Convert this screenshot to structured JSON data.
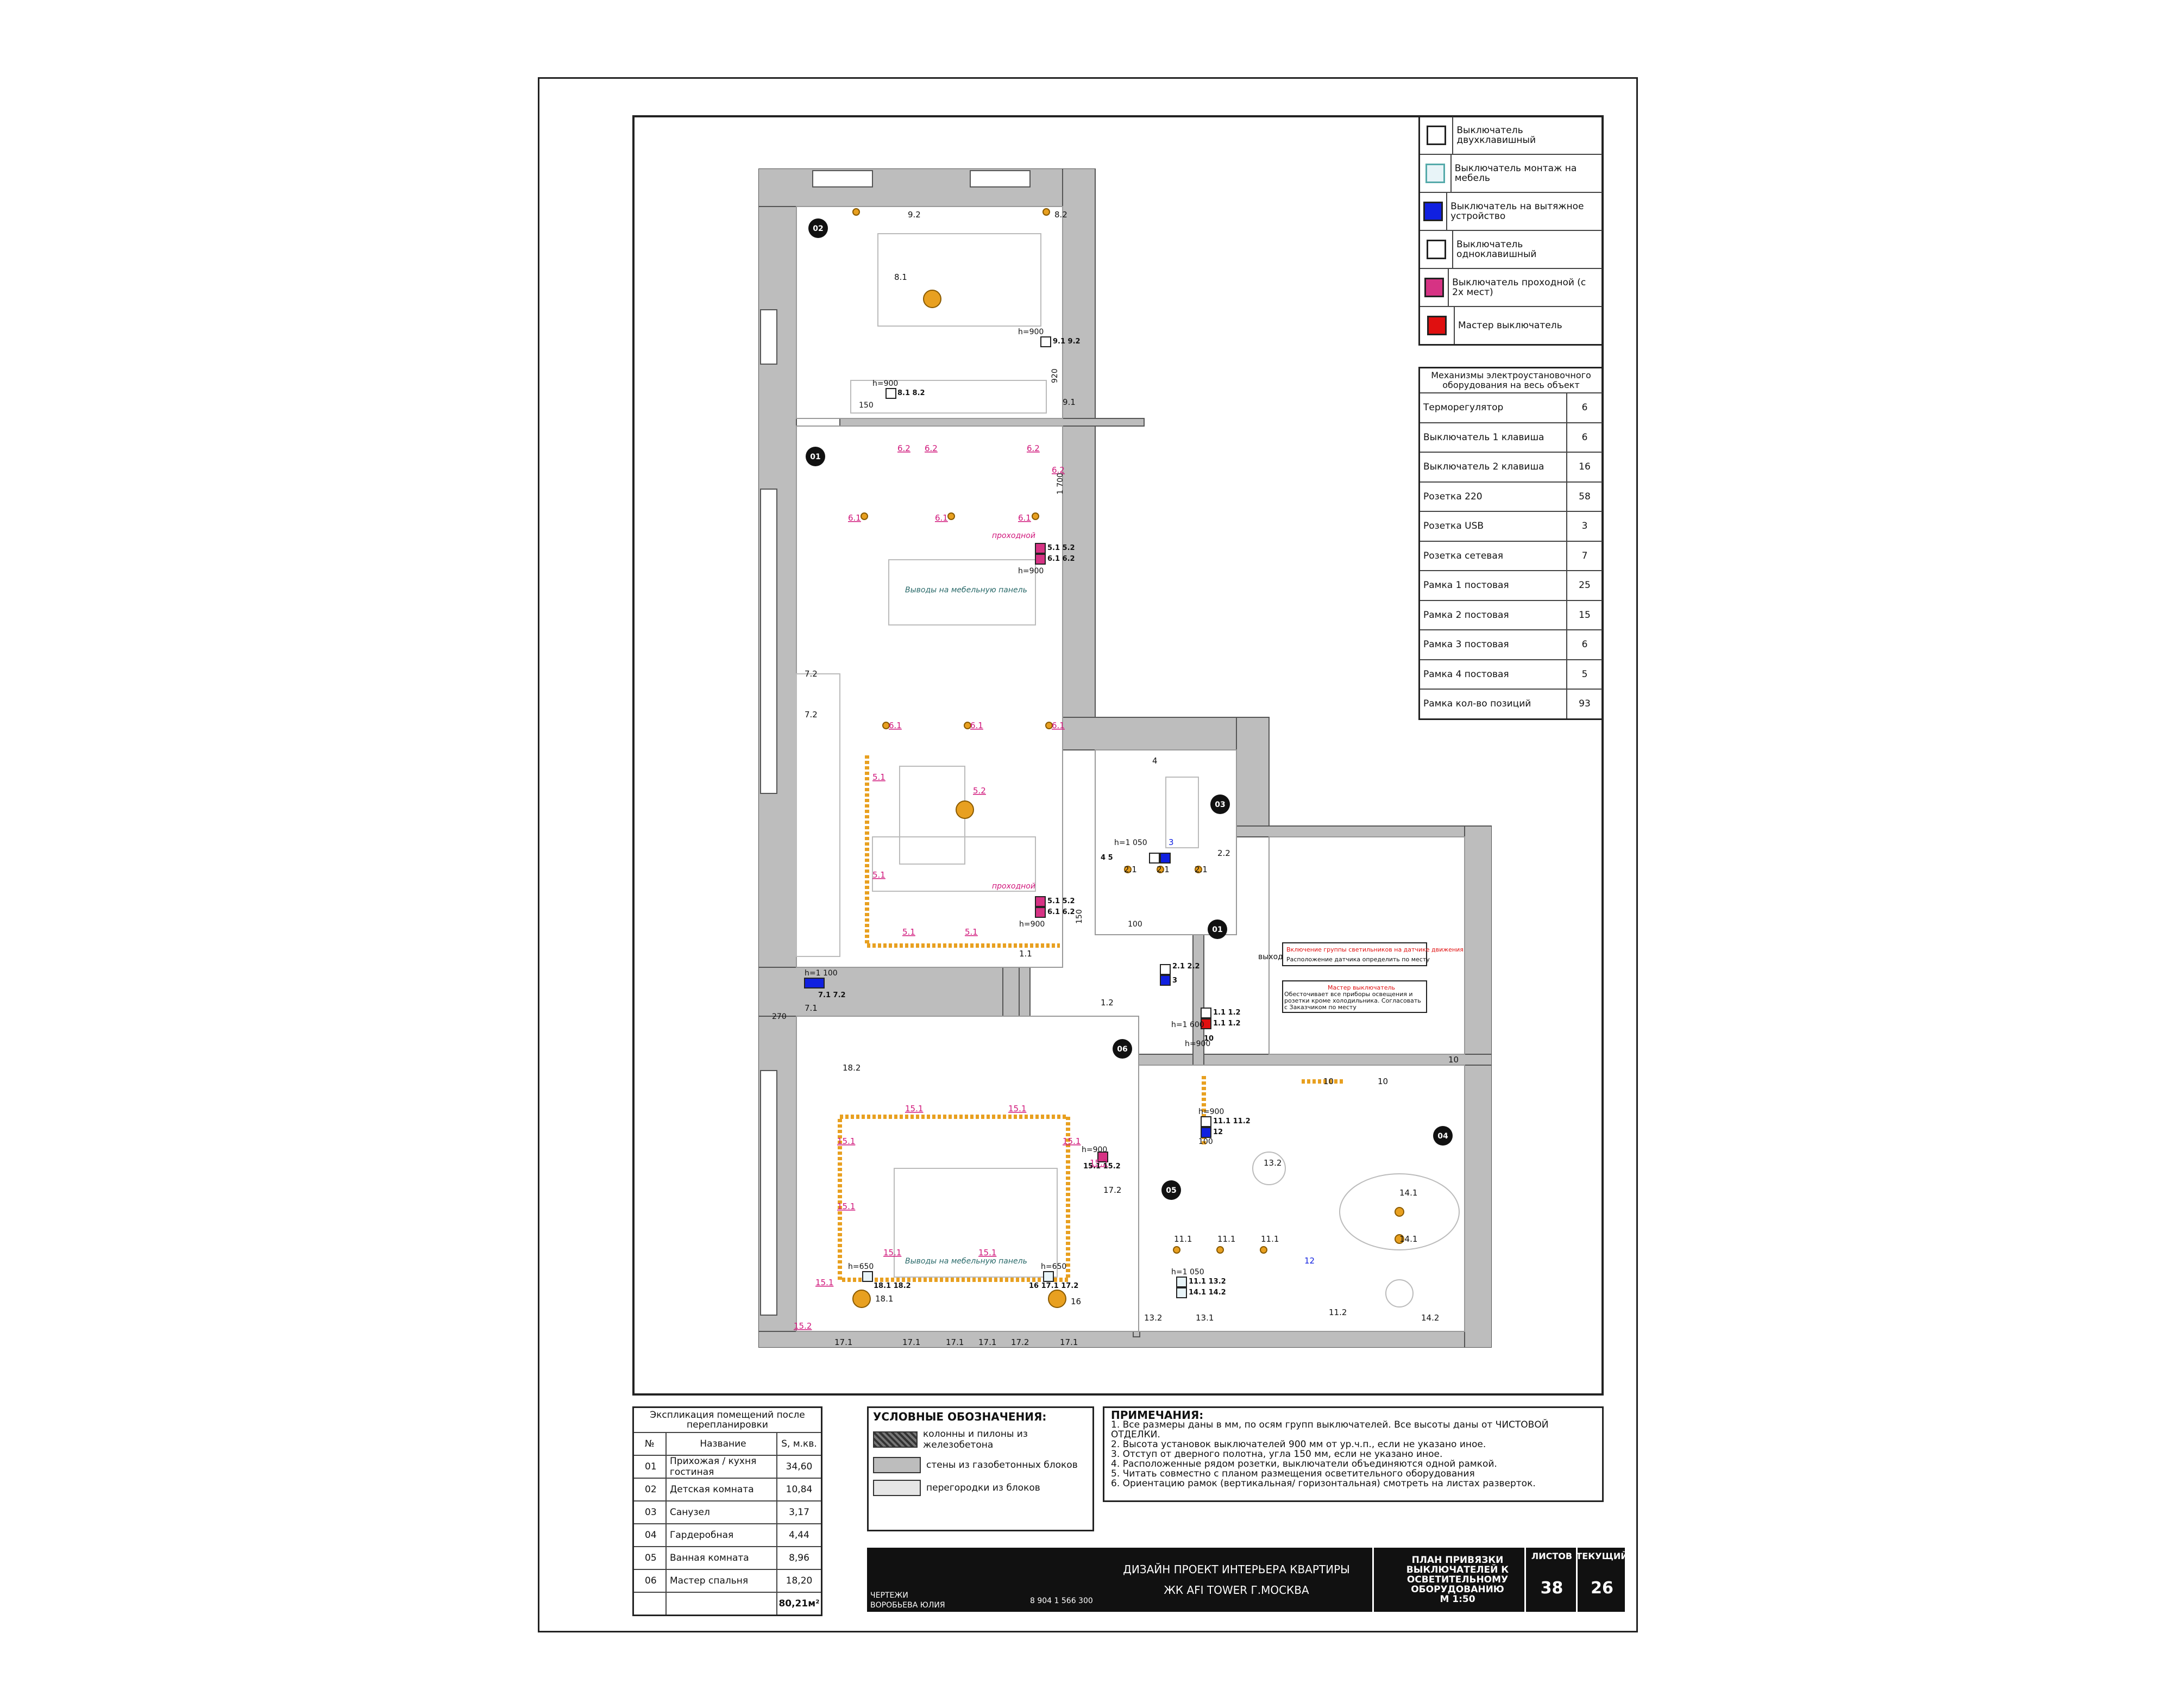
{
  "legend_items": [
    {
      "label": "Выключатель двухклавишный",
      "icon": "double-switch-icon",
      "color": "#ffffff"
    },
    {
      "label": "Выключатель монтаж на мебель",
      "icon": "furniture-switch-icon",
      "color": "#e8f4f8"
    },
    {
      "label": "Выключатель на вытяжное устройство",
      "icon": "hood-switch-icon",
      "color": "#1020e0"
    },
    {
      "label": "Выключатель одноклавишный",
      "icon": "single-switch-icon",
      "color": "#ffffff"
    },
    {
      "label": "Выключатель проходной (с 2х мест)",
      "icon": "passthrough-switch-icon",
      "color": "#d63384"
    },
    {
      "label": "Мастер выключатель",
      "icon": "master-switch-icon",
      "color": "#e01010"
    }
  ],
  "mechanisms": {
    "title": "Механизмы электроустановочного оборудования на весь объект",
    "rows": [
      {
        "name": "Терморегулятор",
        "value": "6"
      },
      {
        "name": "Выключатель 1 клавиша",
        "value": "6"
      },
      {
        "name": "Выключатель 2 клавиша",
        "value": "16"
      },
      {
        "name": "Розетка 220",
        "value": "58"
      },
      {
        "name": "Розетка USB",
        "value": "3"
      },
      {
        "name": "Розетка сетевая",
        "value": "7"
      },
      {
        "name": "Рамка 1 постовая",
        "value": "25"
      },
      {
        "name": "Рамка 2 постовая",
        "value": "15"
      },
      {
        "name": "Рамка 3 постовая",
        "value": "6"
      },
      {
        "name": "Рамка 4 постовая",
        "value": "5"
      },
      {
        "name": "Рамка кол-во позиций",
        "value": "93"
      }
    ]
  },
  "plan": {
    "room_markers": [
      "02",
      "01",
      "03",
      "01",
      "06",
      "04",
      "05"
    ],
    "heights": {
      "h900": "h=900",
      "h1050": "h=1 050",
      "h1100": "h=1 100",
      "h1600": "h=1 600",
      "h650": "h=650"
    },
    "dims": {
      "d920": "920",
      "d150": "150",
      "d1700": "1 700",
      "d100": "100",
      "d270": "270"
    },
    "text_labels": {
      "passthrough": "проходной",
      "furniture_panel": "Выводы на мебельную панель",
      "exit": "выход",
      "note_motion_1": "Включение группы светильников на датчике движения",
      "note_motion_2": "Расположение датчика определить по месту",
      "note_master_1": "Мастер выключатель",
      "note_master_2": "Обесточивает все приборы освещения и розетки кроме холодильника. Согласовать с Заказчиком по месту"
    },
    "magenta_labels": [
      "6.2",
      "6.2",
      "6.2",
      "6.2",
      "6.1",
      "6.1",
      "6.1",
      "6.1",
      "6.1",
      "6.1",
      "5.1",
      "5.2",
      "5.1",
      "5.1",
      "5.1",
      "15.1",
      "15.1",
      "15.1",
      "15.1",
      "15.1",
      "15.1",
      "15.1",
      "15.1",
      "15.2",
      "15.2"
    ],
    "black_labels": [
      "9.2",
      "8.2",
      "8.1",
      "9.1",
      "7.2",
      "7.2",
      "7.1",
      "1.1",
      "1.2",
      "4",
      "2.2",
      "2.1",
      "2.1",
      "2.1",
      "10",
      "10",
      "10",
      "18.2",
      "17.2",
      "17.1",
      "17.1",
      "17.1",
      "17.1",
      "17.2",
      "17.1",
      "16",
      "18.1",
      "11.1",
      "11.1",
      "11.1",
      "13.2",
      "13.1",
      "11.2",
      "14.1",
      "14.1",
      "14.2",
      "13.2"
    ],
    "switch_labels": [
      "9.1 9.2",
      "8.1 8.2",
      "5.1 5.2",
      "6.1 6.2",
      "5.1 5.2",
      "6.1 6.2",
      "4 5",
      "7.1 7.2",
      "2.1 2.2",
      "3",
      "1.1 1.2",
      "1.1 1.2",
      "10",
      "11.1 11.2",
      "12",
      "15.1 15.2",
      "18.1 18.2",
      "16 17.1 17.2",
      "11.1 13.2",
      "14.1 14.2"
    ],
    "blue_labels": [
      "3",
      "12"
    ]
  },
  "explication": {
    "title": "Экспликация помещений после перепланировки",
    "headers": [
      "№",
      "Название",
      "S, м.кв."
    ],
    "rows": [
      [
        "01",
        "Прихожая / кухня гостиная",
        "34,60"
      ],
      [
        "02",
        "Детская комната",
        "10,84"
      ],
      [
        "03",
        "Санузел",
        "3,17"
      ],
      [
        "04",
        "Гардеробная",
        "4,44"
      ],
      [
        "05",
        "Ванная комната",
        "8,96"
      ],
      [
        "06",
        "Мастер спальня",
        "18,20"
      ]
    ],
    "total": "80,21м²"
  },
  "conventions": {
    "title": "УСЛОВНЫЕ ОБОЗНАЧЕНИЯ:",
    "items": [
      {
        "label": "колонны и пилоны из железобетона",
        "color": "#555555"
      },
      {
        "label": "стены из газобетонных блоков",
        "color": "#bdbdbd"
      },
      {
        "label": "перегородки из блоков",
        "color": "#e6e6e6"
      }
    ]
  },
  "notes": {
    "title": "ПРИМЕЧАНИЯ:",
    "lines": [
      "1. Все размеры даны в мм, по осям групп выключателей. Все высоты даны от ЧИСТОВОЙ ОТДЕЛКИ.",
      "2. Высота установок выключателей 900 мм от ур.ч.п., если не указано иное.",
      "3. Отступ от дверного полотна, угла 150 мм, если не указано иное.",
      "4. Расположенные рядом розетки, выключатели объединяются одной рамкой.",
      "5. Читать совместно с планом размещения осветительного оборудования",
      "6. Ориентацию рамок (вертикальная/ горизонтальная) смотреть на листах разверток."
    ]
  },
  "title_block": {
    "author_1": "ЧЕРТЕЖИ",
    "author_2": "ВОРОБЬЕВА ЮЛИЯ",
    "phone": "8 904 1 566 300",
    "project_1": "ДИЗАЙН ПРОЕКТ ИНТЕРЬЕРА КВАРТИРЫ",
    "project_2": "ЖК AFI TOWER Г.МОСКВА",
    "sheet_title": "ПЛАН ПРИВЯЗКИ ВЫКЛЮЧАТЕЛЕЙ К ОСВЕТИТЕЛЬНОМУ ОБОРУДОВАНИЮ",
    "scale": "М 1:50",
    "sheets_label": "ЛИСТОВ",
    "current_label": "ТЕКУЩИЙ",
    "sheets_value": "38",
    "current_value": "26"
  },
  "colors": {
    "magenta": "#d0157a",
    "orange": "#e8a020",
    "wall": "#bdbdbd",
    "blue": "#1020e0",
    "red": "#e01010"
  }
}
